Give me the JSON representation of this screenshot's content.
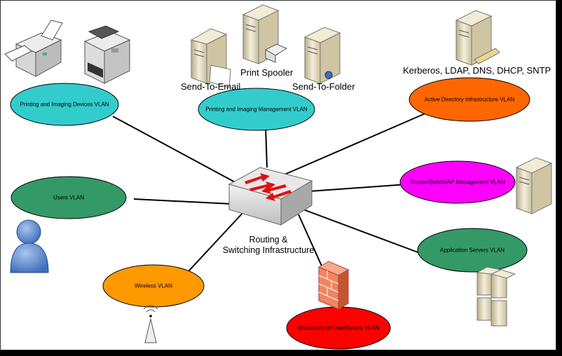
{
  "hub": {
    "label_line1": "Routing &",
    "label_line2": "Switching Infrastructure"
  },
  "vlans": {
    "printing_devices": {
      "label": "Printing and Imaging Devices VLAN",
      "color": "#33cccc"
    },
    "printing_management": {
      "label": "Printing and Imaging Management  VLAN",
      "color": "#33cccc"
    },
    "active_directory": {
      "label": "Active Directory Infrastructure VLAN",
      "color": "#ff6600"
    },
    "router_management": {
      "label": "Router/Switch/AP Management VLAN",
      "color": "#ff00ff"
    },
    "application_servers": {
      "label": "Application  Servers VLAN",
      "color": "#339966"
    },
    "unauthorized": {
      "label": "Unauthorized User/Device VLAN",
      "color": "#ff0000"
    },
    "wireless": {
      "label": "Wireless VLAN",
      "color": "#ff9900"
    },
    "users": {
      "label": "Users VLAN",
      "color": "#339966"
    }
  },
  "captions": {
    "print_spooler": "Print Spooler",
    "send_to_email": "Send-To-Email",
    "send_to_folder": "Send-To-Folder",
    "ad_services": "Kerberos, LDAP, DNS, DHCP, SNTP"
  },
  "icons": [
    "printer-icon",
    "multifunction-printer-icon",
    "server-icon",
    "firewall-icon",
    "user-icon",
    "wireless-ap-icon",
    "switch-icon"
  ]
}
